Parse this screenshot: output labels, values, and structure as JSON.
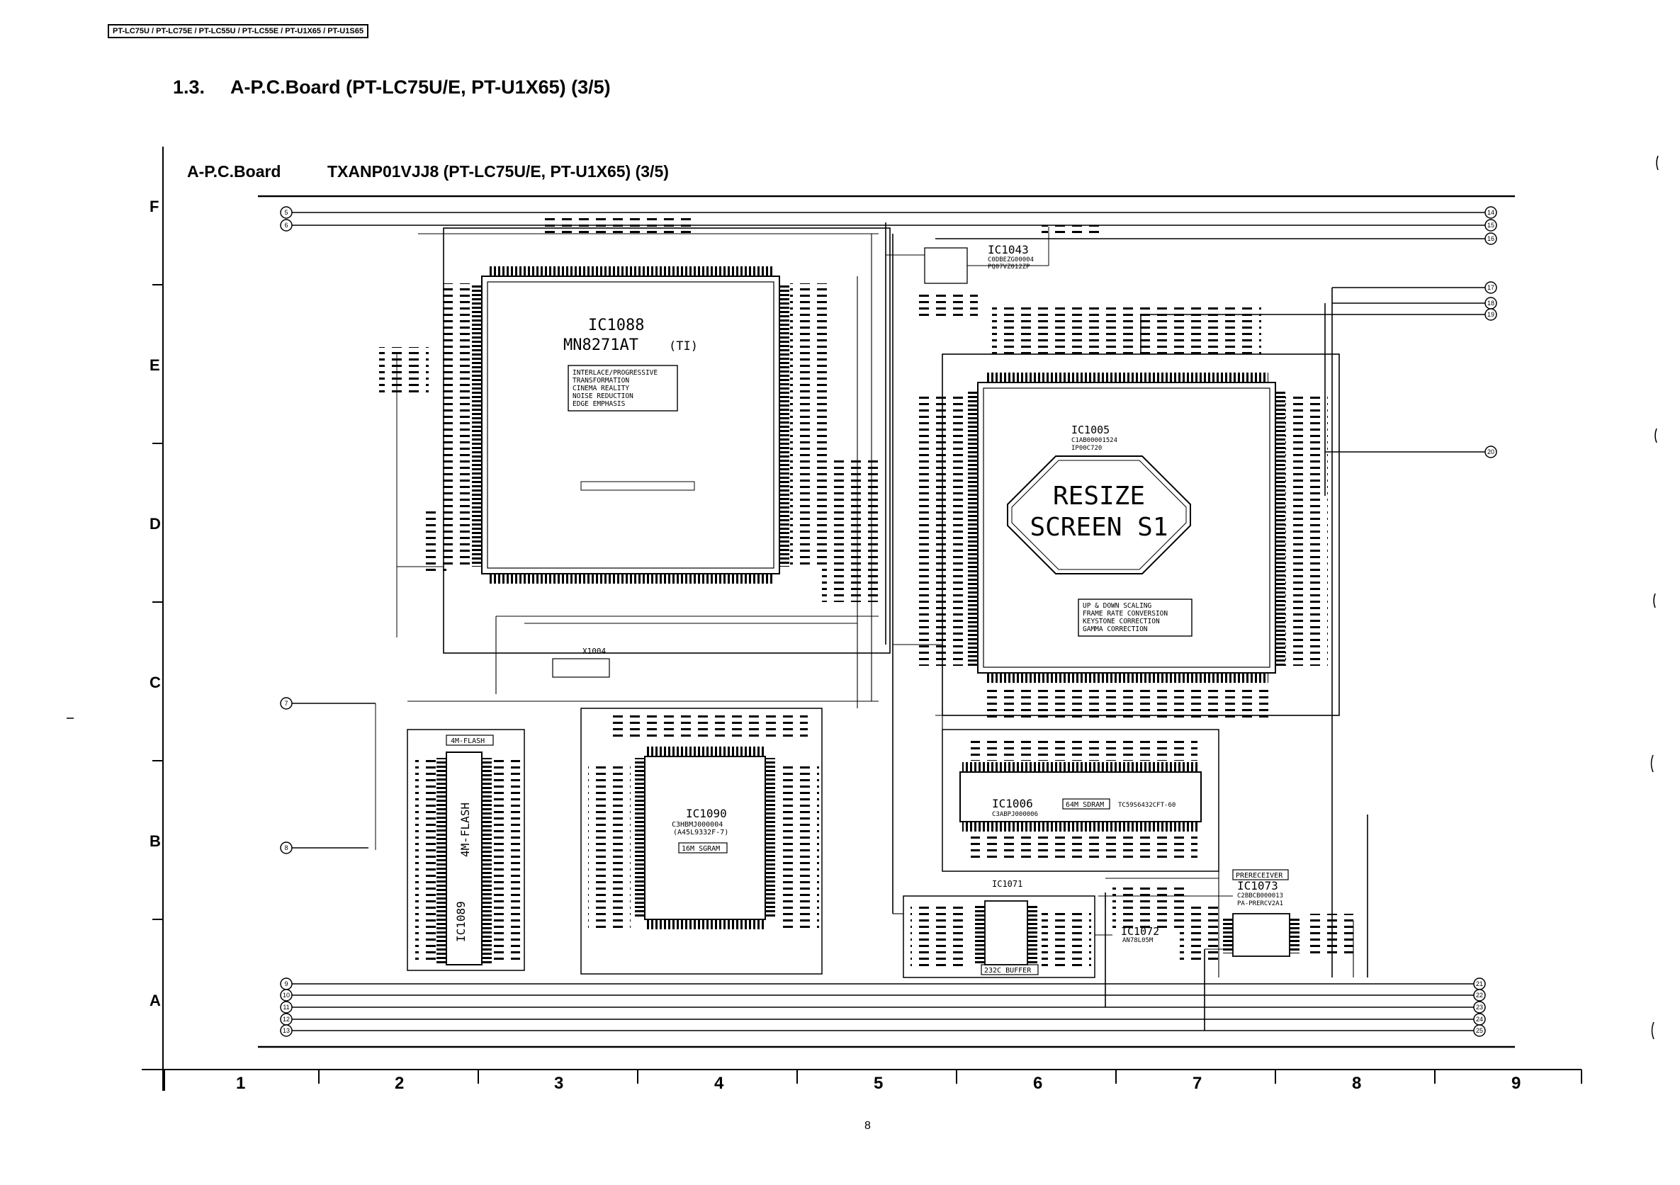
{
  "header": {
    "models": "PT-LC75U / PT-LC75E / PT-LC55U / PT-LC55E / PT-U1X65 / PT-U1S65",
    "section_number": "1.3.",
    "section_title": "A-P.C.Board (PT-LC75U/E, PT-U1X65) (3/5)"
  },
  "board": {
    "name": "A-P.C.Board",
    "part": "TXANP01VJJ8 (PT-LC75U/E, PT-U1X65) (3/5)"
  },
  "grid": {
    "rows": [
      "F",
      "E",
      "D",
      "C",
      "B",
      "A"
    ],
    "columns": [
      "1",
      "2",
      "3",
      "4",
      "5",
      "6",
      "7",
      "8",
      "9"
    ]
  },
  "connectors_left": [
    "5",
    "6",
    "7",
    "8",
    "9",
    "10",
    "11",
    "12",
    "13"
  ],
  "connectors_right": [
    "14",
    "15",
    "16",
    "17",
    "18",
    "19",
    "20",
    "21",
    "22",
    "23",
    "24",
    "25"
  ],
  "ics": {
    "ic1088": {
      "name": "IC1088",
      "part": "MN8271AT",
      "note": "(TI)",
      "functions": [
        "INTERLACE/PROGRESSIVE",
        "TRANSFORMATION",
        "CINEMA REALITY",
        "NOISE REDUCTION",
        "EDGE EMPHASIS"
      ]
    },
    "ic1005": {
      "name": "IC1005",
      "part1": "C1AB00001524",
      "part2": "IP00C720",
      "banner_line1": "RESIZE",
      "banner_line2": "SCREEN S1",
      "functions": [
        "UP & DOWN SCALING",
        "FRAME RATE CONVERSION",
        "KEYSTONE CORRECTION",
        "GAMMA CORRECTION"
      ]
    },
    "ic1043": {
      "name": "IC1043",
      "part1": "C0DBEZG00004",
      "part2": "PQ07VZ012ZP"
    },
    "ic1089": {
      "name": "IC1089",
      "box": "4M-FLASH",
      "vertical": "4M-FLASH"
    },
    "ic1090": {
      "name": "IC1090",
      "part1": "C3HBMJ000004",
      "part2": "(A45L9332F-7)",
      "box": "16M SGRAM"
    },
    "ic1006": {
      "name": "IC1006",
      "part": "C3ABPJ000006",
      "box": "64M SDRAM",
      "alt": "TC59S6432CFT-60"
    },
    "ic1071": {
      "name": "IC1071",
      "box": "232C BUFFER"
    },
    "ic1072": {
      "name": "IC1072",
      "part": "AN78L05M"
    },
    "ic1073": {
      "name": "IC1073",
      "part1": "C2BBCB000013",
      "part2": "PA-PRERCV2A1",
      "box": "PRERECEIVER"
    },
    "x1004": {
      "name": "X1004"
    }
  },
  "page_number": "8"
}
